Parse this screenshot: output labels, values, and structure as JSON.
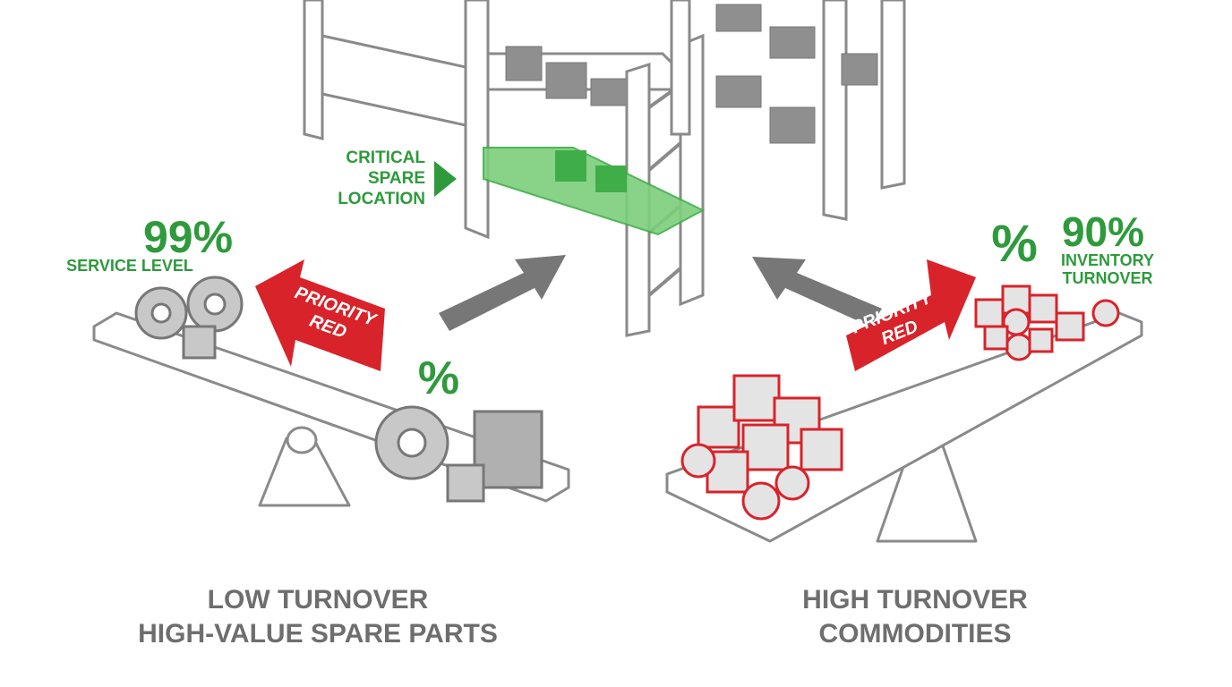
{
  "storage_rack": {
    "label_lines": [
      "CRITICAL",
      "SPARE",
      "LOCATION"
    ]
  },
  "left": {
    "metric_value": "99%",
    "metric_label": "SERVICE LEVEL",
    "percent_symbol": "%",
    "priority_arrow": [
      "PRIORITY",
      "RED"
    ],
    "caption_title": "LOW TURNOVER",
    "caption_subtitle": "HIGH-VALUE SPARE PARTS"
  },
  "right": {
    "percent_symbol": "%",
    "metric_value": "90%",
    "metric_label_lines": [
      "INVENTORY",
      "TURNOVER"
    ],
    "priority_arrow": [
      "PRIORITY",
      "RED"
    ],
    "caption_title": "HIGH TURNOVER",
    "caption_subtitle": "COMMODITIES"
  },
  "colors": {
    "green": "#2e9a3c",
    "red": "#d8232a",
    "gray": "#8a8a8a"
  }
}
